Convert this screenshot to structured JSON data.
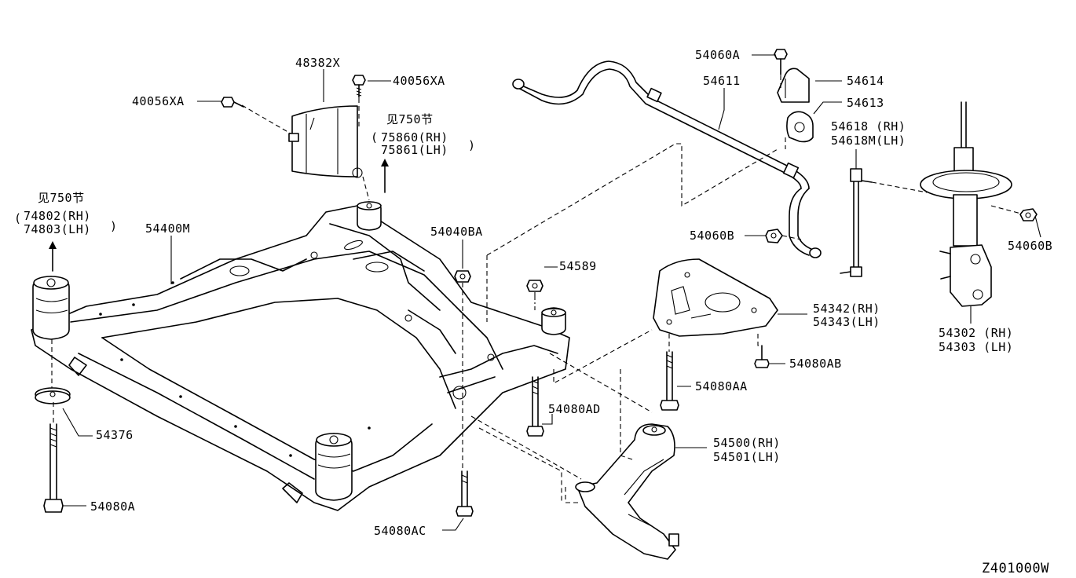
{
  "diagram_id": "Z401000W",
  "labels": {
    "p48382x": "48382X",
    "p40056xa_top": "40056XA",
    "p40056xa_left": "40056XA",
    "see750_a": "见750节",
    "p75860": "75860(RH)",
    "p75861": "75861(LH)",
    "see750_b": "见750节",
    "p74802": "74802(RH)",
    "p74803": "74803(LH)",
    "p54400m": "54400M",
    "p54040ba": "54040BA",
    "p54589": "54589",
    "p54060a": "54060A",
    "p54611": "54611",
    "p54614": "54614",
    "p54613": "54613",
    "p54618": "54618 (RH)",
    "p54618m": "54618M(LH)",
    "p54060b_left": "54060B",
    "p54060b_right": "54060B",
    "p54342": "54342(RH)",
    "p54343": "54343(LH)",
    "p54080ab": "54080AB",
    "p54080aa": "54080AA",
    "p54080ad": "54080AD",
    "p54376": "54376",
    "p54500": "54500(RH)",
    "p54501": "54501(LH)",
    "p54302": "54302 (RH)",
    "p54303": "54303 (LH)",
    "p54080a": "54080A",
    "p54080ac": "54080AC"
  }
}
